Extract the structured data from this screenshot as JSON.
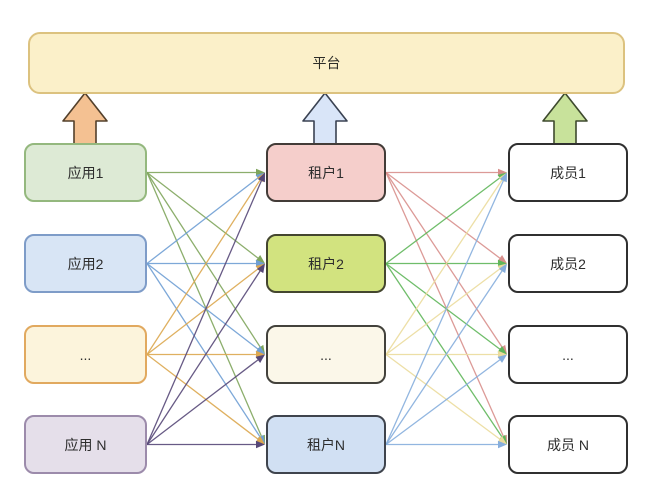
{
  "platform": {
    "label": "平台",
    "fill": "#fbf0c9",
    "border": "#dcc27f"
  },
  "columns": [
    {
      "name": "applications",
      "boxes": [
        {
          "label": "应用1",
          "fill": "#ddead5",
          "border": "#94b87e",
          "link_color": "#7fa55c"
        },
        {
          "label": "应用2",
          "fill": "#d8e5f5",
          "border": "#7e9cc8",
          "link_color": "#6f9fd4"
        },
        {
          "label": "...",
          "fill": "#fcf4dc",
          "border": "#e1a95f",
          "link_color": "#dca74f"
        },
        {
          "label": "应用 N",
          "fill": "#e5dfea",
          "border": "#9c8bab",
          "link_color": "#564878"
        }
      ]
    },
    {
      "name": "tenants",
      "boxes": [
        {
          "label": "租户1",
          "fill": "#f5cecb",
          "border": "#433c38",
          "link_color": "#d88f8c"
        },
        {
          "label": "租户2",
          "fill": "#d2e37f",
          "border": "#44462f",
          "link_color": "#5fb65a"
        },
        {
          "label": "...",
          "fill": "#fbf7e9",
          "border": "#43423c",
          "link_color": "#ebdb9c"
        },
        {
          "label": "租户N",
          "fill": "#d1e0f3",
          "border": "#3f444d",
          "link_color": "#86aedd"
        }
      ]
    },
    {
      "name": "members",
      "boxes": [
        {
          "label": "成员1",
          "fill": "#ffffff",
          "border": "#303030"
        },
        {
          "label": "成员2",
          "fill": "#ffffff",
          "border": "#303030"
        },
        {
          "label": "...",
          "fill": "#ffffff",
          "border": "#303030"
        },
        {
          "label": "成员 N",
          "fill": "#ffffff",
          "border": "#303030"
        }
      ]
    }
  ],
  "big_arrows": [
    {
      "name": "platform-arrow-applications",
      "fill": "#f4c192",
      "stroke": "#53402b"
    },
    {
      "name": "platform-arrow-tenants",
      "fill": "#d9e5f8",
      "stroke": "#3a4252"
    },
    {
      "name": "platform-arrow-members",
      "fill": "#c8e29b",
      "stroke": "#3e4a2e"
    }
  ],
  "connections": {
    "type": "complete-bipartite",
    "direction": "left-to-right",
    "applications_to_tenants": "every application links to every tenant, line colored by source application",
    "tenants_to_members": "every tenant links to every member, line colored by source tenant"
  }
}
